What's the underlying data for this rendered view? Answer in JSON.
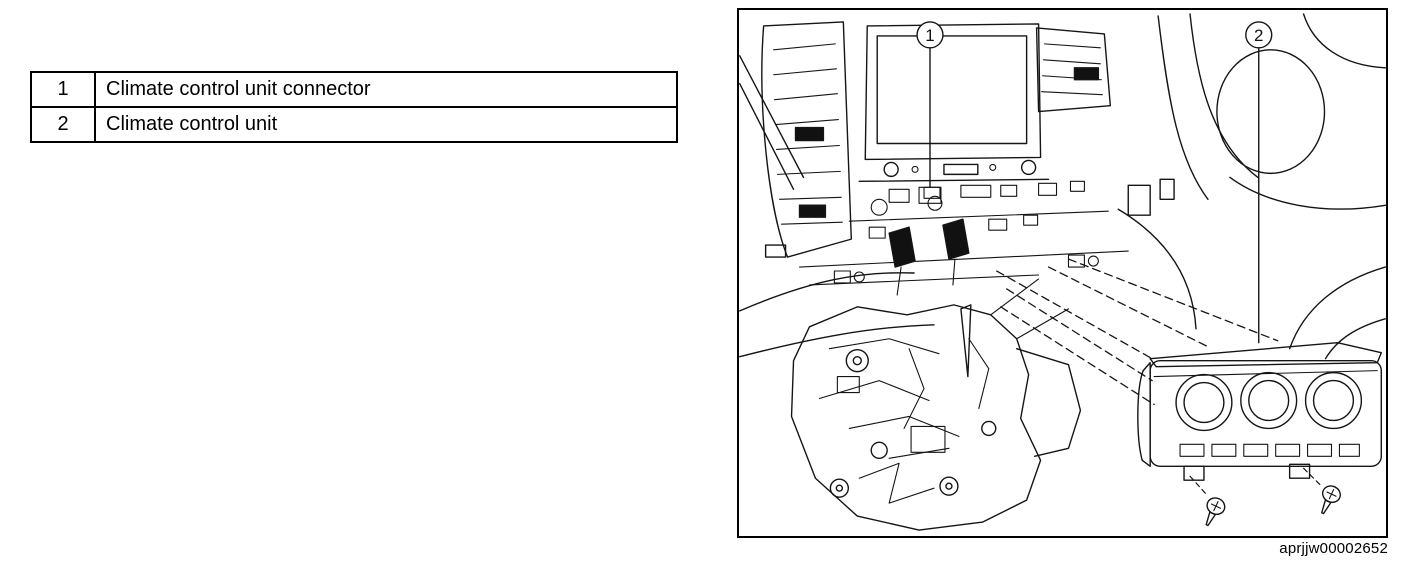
{
  "table": {
    "rows": [
      {
        "num": "1",
        "label": "Climate control unit connector"
      },
      {
        "num": "2",
        "label": "Climate control unit"
      }
    ]
  },
  "figure": {
    "callouts": [
      {
        "label": "1"
      },
      {
        "label": "2"
      }
    ],
    "caption": "aprjjw00002652"
  },
  "colors": {
    "line": "#151515",
    "background": "#ffffff"
  }
}
